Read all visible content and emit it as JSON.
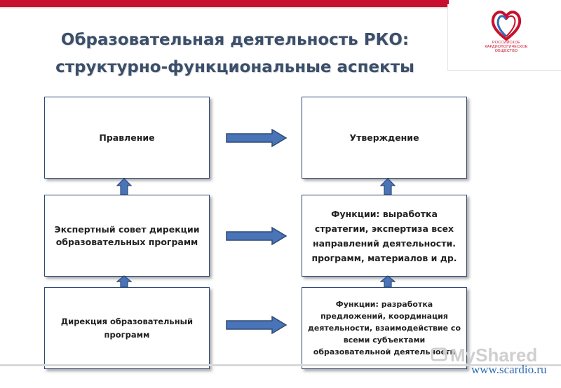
{
  "title_lines": [
    "Образовательная деятельность РКО:",
    "структурно-функциональные аспекты"
  ],
  "logo": {
    "text_lines": [
      "РОССИЙСКОЕ",
      "КАРДИОЛОГИЧЕСКОЕ",
      "ОБЩЕСТВО"
    ],
    "colors": {
      "red": "#c8102e",
      "blue": "#2f6db5"
    }
  },
  "boxes": {
    "left_top": "Правление",
    "left_mid": "Экспертный совет дирекции образовательных программ",
    "left_bottom": "Дирекция образовательный программ",
    "right_top": "Утверждение",
    "right_mid": "Функции: выработка стратегии, экспертиза всех направлений деятельности. программ, материалов и др.",
    "right_bottom": "Функции: разработка предложений, координация деятельности, взаимодействие со всеми субъектами образовательной деятельности"
  },
  "connectors": {
    "arrow_color": "#4a74b8",
    "arrow_border": "#2f4a74",
    "horizontal": [
      "left_top → right_top",
      "left_mid → right_mid",
      "left_bottom → right_bottom"
    ],
    "vertical": [
      "left_mid → left_top",
      "left_bottom → left_mid",
      "right_mid → right_top",
      "right_bottom → right_mid"
    ]
  },
  "watermark": "MyShared",
  "site_url": "www.scardio.ru"
}
